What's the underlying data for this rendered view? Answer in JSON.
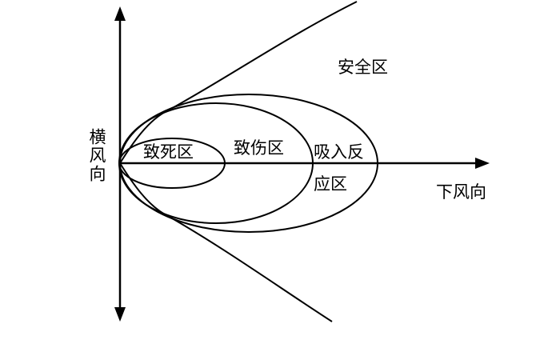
{
  "labels": {
    "safe_zone": "安全区",
    "lethal_zone": "致死区",
    "injury_zone": "致伤区",
    "inhalation_zone_line1": "吸入反",
    "inhalation_zone_line2": "应区",
    "downwind": "下风向",
    "crosswind": "横风向"
  },
  "colors": {
    "line": "#000000",
    "background": "#ffffff"
  }
}
